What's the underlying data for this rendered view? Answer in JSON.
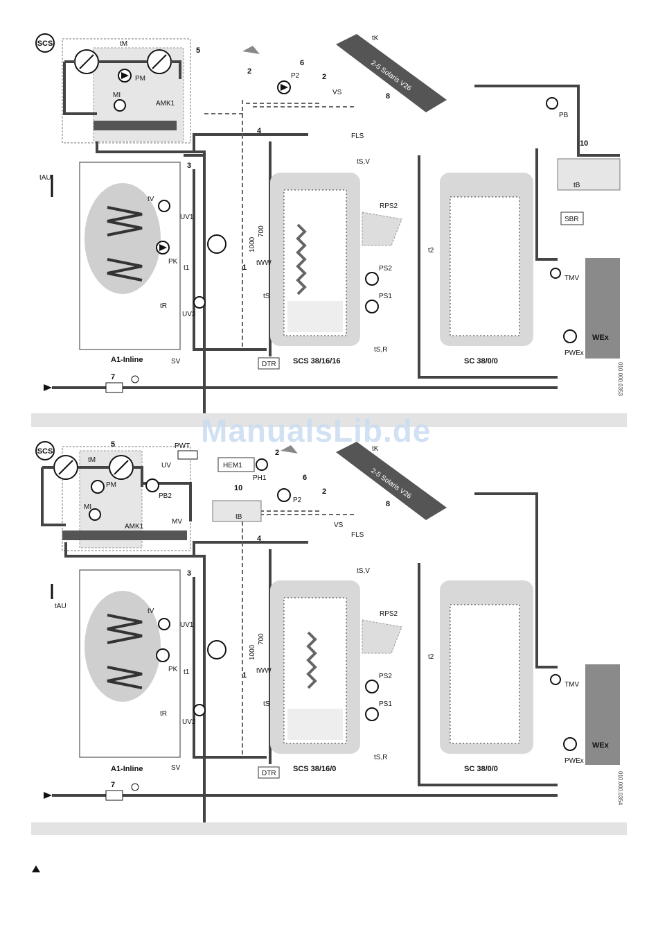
{
  "watermark": "ManualsLib.de",
  "diagram1": {
    "doc_id": "010.000.0353",
    "labels": {
      "scs": "SCS",
      "n5": "5",
      "n6": "6",
      "n2a": "2",
      "n2b": "2",
      "n8": "8",
      "n10": "10",
      "n7": "7",
      "n3": "3",
      "n4": "4",
      "n1": "1",
      "tM": "tM",
      "PM": "PM",
      "MI": "MI",
      "AMK1": "AMK1",
      "tAU": "tAU",
      "tV": "tV",
      "UV1": "UV1",
      "PK": "PK",
      "tR": "tR",
      "t1": "t1",
      "UV2": "UV2",
      "A1": "A1-Inline",
      "SV": "SV",
      "DTR": "DTR",
      "P2": "P2",
      "VS": "VS",
      "FLS": "FLS",
      "tSV": "tS,V",
      "tK": "tK",
      "collector": "2-5 Solaris V26",
      "d700": "700",
      "d1000": "1000",
      "tWW": "tWW",
      "tS": "tS",
      "RPS2": "RPS2",
      "PS2": "PS2",
      "PS1": "PS1",
      "tSR": "tS,R",
      "tank1": "SCS 38/16/16",
      "tank2": "SC 38/0/0",
      "t2": "t2",
      "PB": "PB",
      "tB": "tB",
      "SBR": "SBR",
      "TMV": "TMV",
      "WEx": "WEx",
      "PWEx": "PWEx"
    }
  },
  "diagram2": {
    "doc_id": "010.000.0354",
    "labels": {
      "scs": "SCS",
      "n5": "5",
      "n6": "6",
      "n2a": "2",
      "n2b": "2",
      "n8": "8",
      "n10": "10",
      "n7": "7",
      "n3": "3",
      "n4": "4",
      "n1": "1",
      "tM": "tM",
      "PM": "PM",
      "MI": "MI",
      "AMK1": "AMK1",
      "PWT": "PWT",
      "UV": "UV",
      "PB2": "PB2",
      "MV": "MV",
      "HEM1": "HEM1",
      "PH1": "PH1",
      "tB": "tB",
      "tAU": "tAU",
      "tV": "tV",
      "UV1": "UV1",
      "PK": "PK",
      "tR": "tR",
      "t1": "t1",
      "UV2": "UV2",
      "A1": "A1-Inline",
      "SV": "SV",
      "DTR": "DTR",
      "P2": "P2",
      "VS": "VS",
      "FLS": "FLS",
      "tSV": "tS,V",
      "tK": "tK",
      "collector": "2-5 Solaris V26",
      "d700": "700",
      "d1000": "1000",
      "tWW": "tWW",
      "tS": "tS",
      "RPS2": "RPS2",
      "PS2": "PS2",
      "PS1": "PS1",
      "tSR": "tS,R",
      "tank1": "SCS 38/16/0",
      "tank2": "SC 38/0/0",
      "t2": "t2",
      "TMV": "TMV",
      "WEx": "WEx",
      "PWEx": "PWEx"
    }
  }
}
